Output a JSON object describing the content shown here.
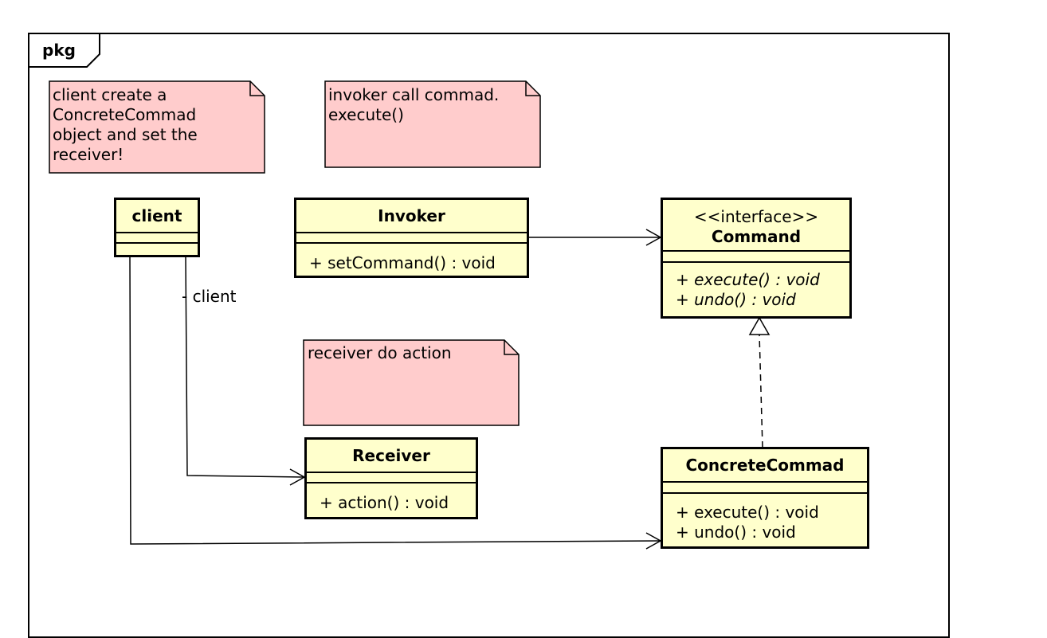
{
  "package": {
    "label": "pkg"
  },
  "notes": {
    "client_note": "client create a\nConcreteCommad\nobject and set the\nreceiver!",
    "invoker_note": "invoker call commad.\nexecute()",
    "receiver_note": "receiver do action"
  },
  "classes": {
    "client": {
      "name": "client"
    },
    "invoker": {
      "name": "Invoker",
      "ops": [
        "+ setCommand() : void"
      ]
    },
    "command": {
      "stereotype": "<<interface>>",
      "name": "Command",
      "ops": [
        "+ execute() : void",
        "+ undo() : void"
      ]
    },
    "receiver": {
      "name": "Receiver",
      "ops": [
        "+ action() : void"
      ]
    },
    "concrete": {
      "name": "ConcreteCommad",
      "ops": [
        "+ execute() : void",
        "+ undo() : void"
      ]
    }
  },
  "edges": {
    "client_receiver_label": "- client"
  },
  "colors": {
    "note_fill": "#ffcccc",
    "class_fill": "#ffffcc",
    "stroke": "#000000"
  }
}
